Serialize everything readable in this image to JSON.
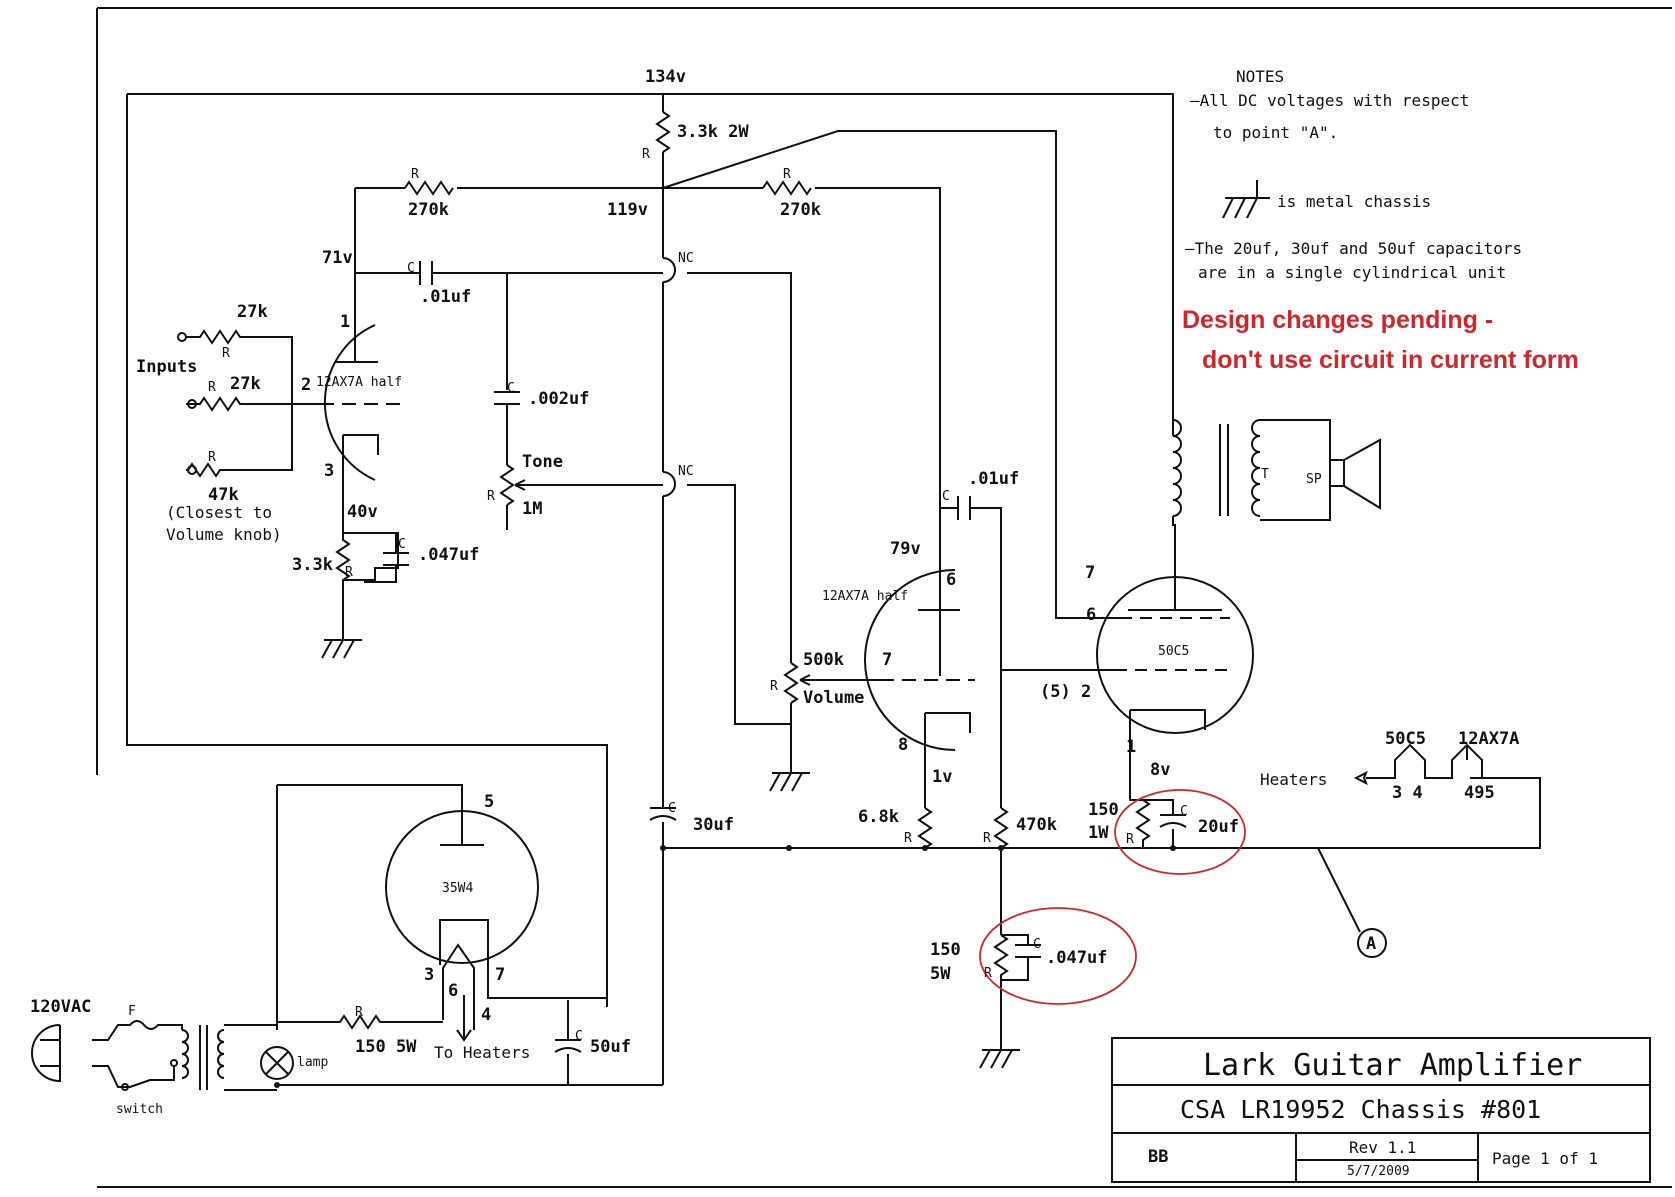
{
  "title_block": {
    "title": "Lark Guitar Amplifier",
    "subtitle": "CSA LR19952   Chassis #801",
    "author": "BB",
    "revision": "Rev 1.1",
    "date": "5/7/2009",
    "page": "Page 1 of 1"
  },
  "notes": {
    "heading": "NOTES",
    "line1": "—All DC voltages with respect",
    "line2": "to point \"A\".",
    "chassis": "is metal chassis",
    "line3": "—The 20uf, 30uf and 50uf capacitors",
    "line4": "are in a single cylindrical unit"
  },
  "warning": {
    "line1": "Design changes pending -",
    "line2": "don't use circuit in current form",
    "color": "#d0262b"
  },
  "voltages": {
    "v134": "134v",
    "v119": "119v",
    "v71": "71v",
    "v40": "40v",
    "v79": "79v",
    "v1": "1v",
    "v8": "8v"
  },
  "tubes": {
    "t12ax7a1": "12AX7A half",
    "t12ax7a2": "12AX7A half",
    "t50c5": "50C5",
    "t35w4": "35W4"
  },
  "labels": {
    "r_3k3_2w": "3.3k 2W",
    "r_270k_a": "270k",
    "r_270k_b": "270k",
    "r_27k_a": "27k",
    "r_27k_b": "27k",
    "r_47k": "47k",
    "inputs": "Inputs",
    "closest1": "(Closest to",
    "closest2": "Volume knob)",
    "r_3k3": "3.3k",
    "c_047_a": ".047uf",
    "c_01_a": ".01uf",
    "c_002": ".002uf",
    "tone": "Tone",
    "pot_1m": "1M",
    "c_01_b": ".01uf",
    "pot_500k": "500k",
    "volume": "Volume",
    "r_6k8": "6.8k",
    "r_470k": "470k",
    "r_150_1w_a": "150",
    "r_150_1w_b": "1W",
    "c_20uf": "20uf",
    "c_30uf": "30uf",
    "c_50uf": "50uf",
    "r_150_5w_a": "150",
    "r_150_5w_b": "5W",
    "c_047_b": ".047uf",
    "r_150_5w": "150 5W",
    "to_heaters": "To Heaters",
    "heaters": "Heaters",
    "heaters_50c5": "50C5",
    "heaters_12ax7a": "12AX7A",
    "heaters_pins_a": "3  4",
    "heaters_pins_b": "495",
    "ac_in": "120VAC",
    "fuse": "F",
    "switch": "switch",
    "lamp": "lamp",
    "transformer": "T",
    "speaker": "SP",
    "point_a": "A",
    "nc1": "NC",
    "nc2": "NC",
    "pin_5_2": "(5) 2"
  }
}
